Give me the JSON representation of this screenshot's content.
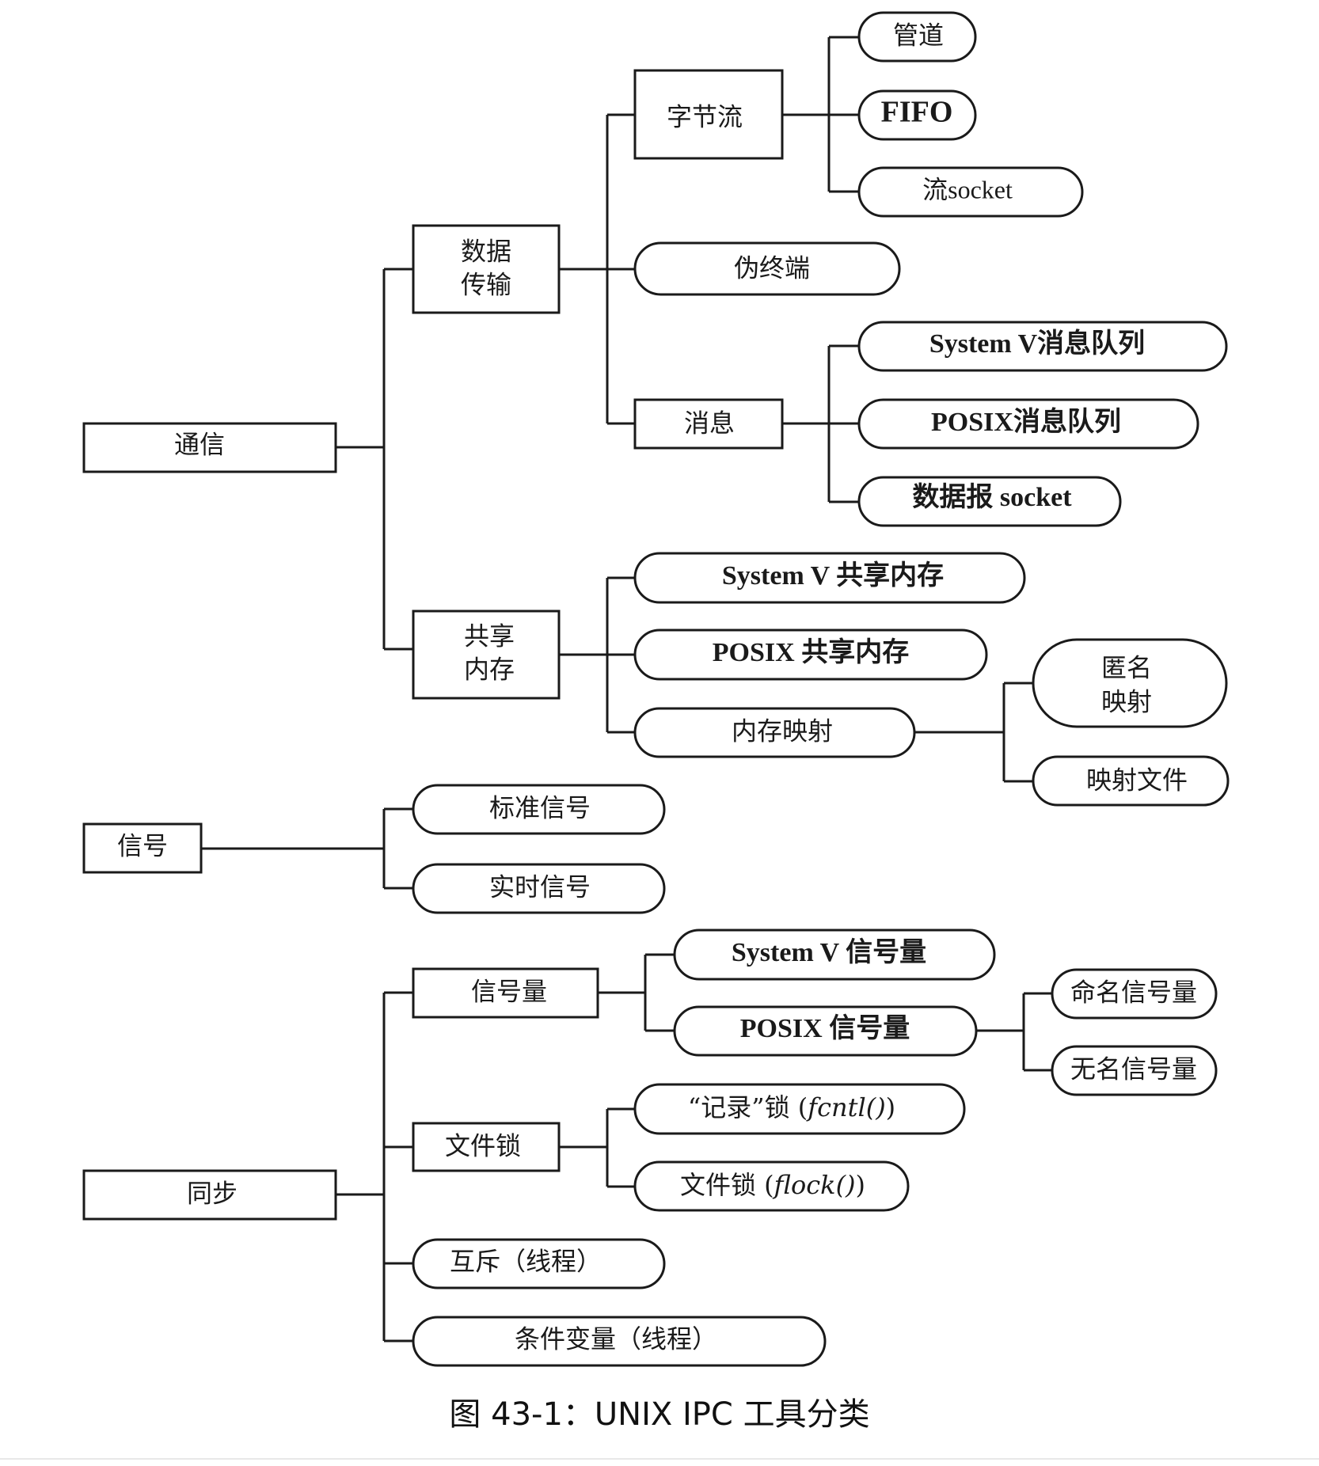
{
  "nodes": {
    "comm": "通信",
    "data_transfer_1": "数据",
    "data_transfer_2": "传输",
    "byte_stream": "字节流",
    "pipe": "管道",
    "fifo": "FIFO",
    "stream_socket": "流socket",
    "pty": "伪终端",
    "message": "消息",
    "sysv_msgq": "System V消息队列",
    "posix_msgq": "POSIX消息队列",
    "dgram_socket": "数据报 socket",
    "shared_mem_1": "共享",
    "shared_mem_2": "内存",
    "sysv_shm": "System V 共享内存",
    "posix_shm": "POSIX 共享内存",
    "mmap": "内存映射",
    "anon_map_1": "匿名",
    "anon_map_2": "映射",
    "mapped_file": "映射文件",
    "signal": "信号",
    "std_signal": "标准信号",
    "rt_signal": "实时信号",
    "sync": "同步",
    "semaphore": "信号量",
    "sysv_sem": "System V 信号量",
    "posix_sem": "POSIX 信号量",
    "named_sem": "命名信号量",
    "unnamed_sem": "无名信号量",
    "file_lock": "文件锁",
    "record_lock_prefix": "“记录”锁 (",
    "record_lock_func": "fcntl()",
    "record_lock_suffix": ")",
    "flock_prefix": "文件锁 (",
    "flock_func": "flock()",
    "flock_suffix": ")",
    "mutex": "互斥（线程）",
    "condvar": "条件变量（线程）"
  },
  "caption": "图 43-1：UNIX IPC 工具分类"
}
